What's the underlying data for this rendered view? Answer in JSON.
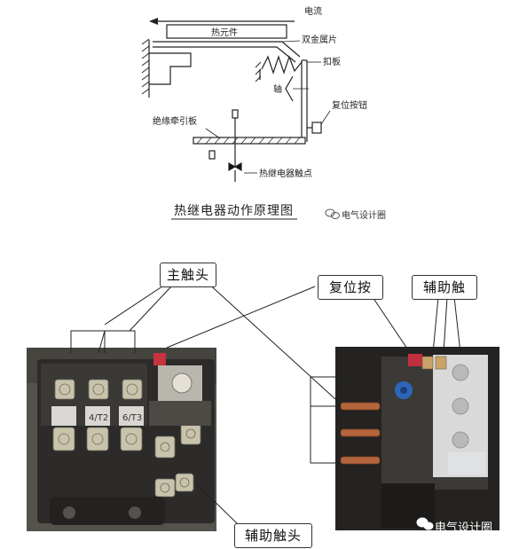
{
  "schematic": {
    "current_label": "电流",
    "heating_element": "热元件",
    "bimetal": "双金属片",
    "latch_plate": "扣板",
    "shaft": "轴",
    "reset_button": "复位按钮",
    "insulating_lever": "绝缘牵引板",
    "relay_contact": "热继电器触点",
    "caption": "热继电器动作原理图",
    "watermark": "电气设计圈"
  },
  "photo_labels": {
    "main_contact": "主触头",
    "reset": "复位按",
    "aux_contact_right": "辅助触",
    "aux_contact_bottom": "辅助触头"
  },
  "photo_text": {
    "terminal_marks": [
      "4/T2",
      "6/T3"
    ],
    "watermark": "电气设计圈"
  }
}
